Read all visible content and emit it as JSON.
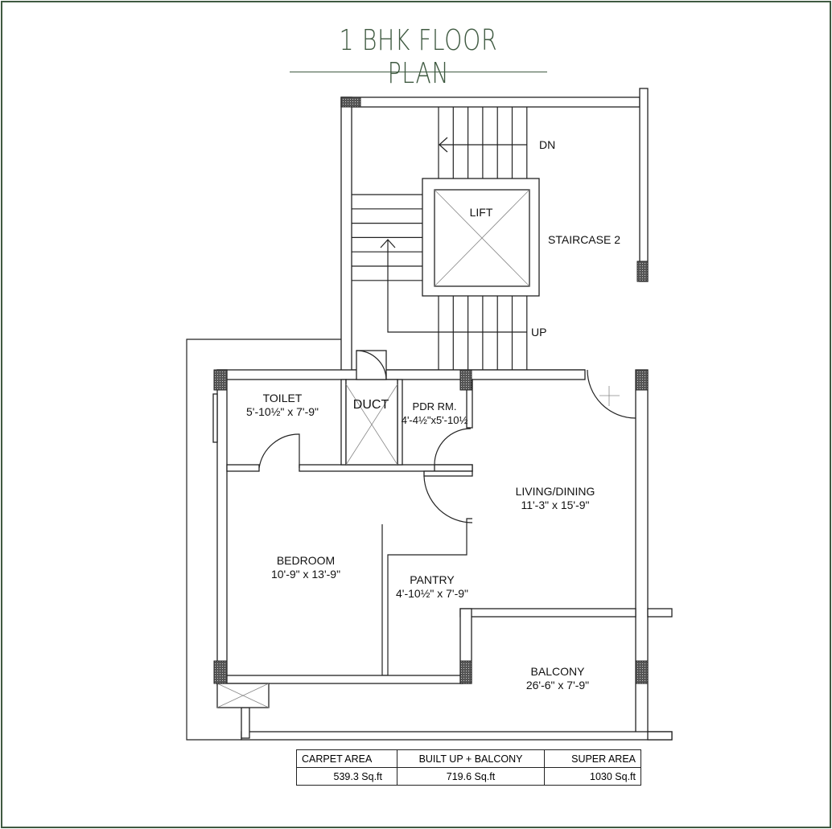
{
  "title": "1 BHK FLOOR PLAN",
  "rooms": {
    "staircase": "STAIRCASE 2",
    "lift": "LIFT",
    "dn": "DN",
    "up": "UP",
    "toilet": {
      "name": "TOILET",
      "size": "5'-10½\" x 7'-9\""
    },
    "duct": "DUCT",
    "pdr": {
      "name": "PDR RM.",
      "size": "4'-4½\"x5'-10½"
    },
    "living": {
      "name": "LIVING/DINING",
      "size": "11'-3\" x 15'-9\""
    },
    "bedroom": {
      "name": "BEDROOM",
      "size": "10'-9\" x 13'-9\""
    },
    "pantry": {
      "name": "PANTRY",
      "size": "4'-10½\" x 7'-9\""
    },
    "balcony": {
      "name": "BALCONY",
      "size": "26'-6\" x 7'-9\""
    }
  },
  "area_table": {
    "headers": [
      "CARPET AREA",
      "BUILT UP + BALCONY",
      "SUPER AREA"
    ],
    "values": [
      "539.3 Sq.ft",
      "719.6 Sq.ft",
      "1030 Sq.ft"
    ]
  }
}
